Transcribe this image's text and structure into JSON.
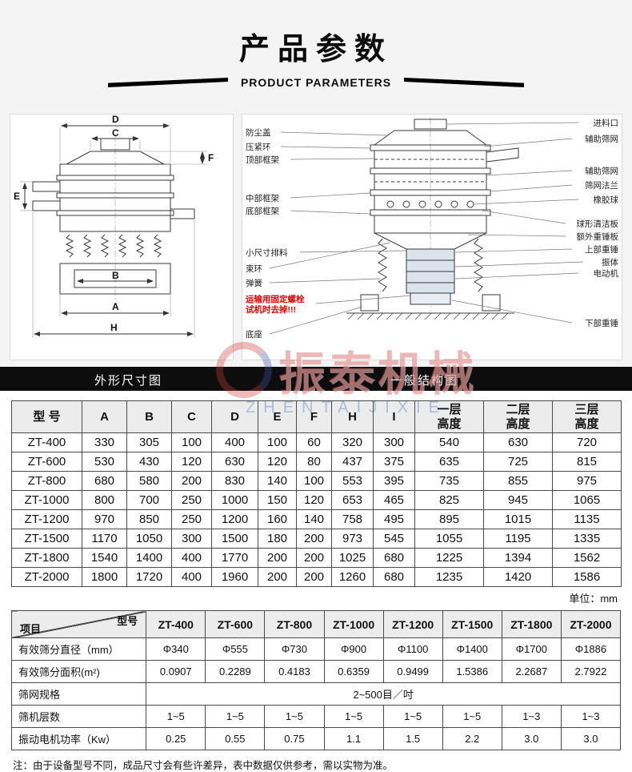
{
  "header": {
    "title": "产品参数",
    "subtitle": "PRODUCT PARAMETERS"
  },
  "diagram_captions": {
    "left": "外形尺寸图",
    "right": "一般结构图"
  },
  "left_diagram": {
    "dim_labels": [
      "D",
      "C",
      "F",
      "E",
      "B",
      "A",
      "H"
    ]
  },
  "right_diagram": {
    "left_labels": [
      "防尘盖",
      "压紧环",
      "顶部框架",
      "中部框架",
      "底部框架",
      "小尺寸排料",
      "束环",
      "弹簧",
      "运输用固定螺栓",
      "试机时去掉!!!",
      "底座"
    ],
    "right_labels": [
      "进料口",
      "辅助筛网",
      "辅助筛网",
      "筛网法兰",
      "橡胶球",
      "球形清洁板",
      "额外重锤板",
      "上部重锤",
      "振体",
      "电动机",
      "下部重锤"
    ],
    "warning_color": "#e60000"
  },
  "watermark": {
    "text": "振泰机械",
    "subtext": "ZHENTAIJIXIE"
  },
  "dim_table": {
    "headers": [
      "型 号",
      "A",
      "B",
      "C",
      "D",
      "E",
      "F",
      "H",
      "I",
      "一层\n高度",
      "二层\n高度",
      "三层\n高度"
    ],
    "rows": [
      [
        "ZT-400",
        "330",
        "305",
        "100",
        "400",
        "100",
        "60",
        "320",
        "300",
        "540",
        "630",
        "720"
      ],
      [
        "ZT-600",
        "530",
        "430",
        "120",
        "630",
        "120",
        "80",
        "437",
        "375",
        "635",
        "725",
        "815"
      ],
      [
        "ZT-800",
        "680",
        "580",
        "200",
        "830",
        "140",
        "100",
        "553",
        "395",
        "735",
        "855",
        "975"
      ],
      [
        "ZT-1000",
        "800",
        "700",
        "250",
        "1000",
        "150",
        "120",
        "653",
        "465",
        "825",
        "945",
        "1065"
      ],
      [
        "ZT-1200",
        "970",
        "850",
        "250",
        "1200",
        "160",
        "140",
        "758",
        "495",
        "895",
        "1015",
        "1135"
      ],
      [
        "ZT-1500",
        "1170",
        "1050",
        "300",
        "1500",
        "180",
        "200",
        "973",
        "545",
        "1055",
        "1195",
        "1335"
      ],
      [
        "ZT-1800",
        "1540",
        "1400",
        "400",
        "1770",
        "200",
        "200",
        "1025",
        "680",
        "1225",
        "1394",
        "1562"
      ],
      [
        "ZT-2000",
        "1800",
        "1720",
        "400",
        "1960",
        "200",
        "200",
        "1260",
        "680",
        "1235",
        "1420",
        "1586"
      ]
    ],
    "unit_note": "单位：mm"
  },
  "spec_table": {
    "corner": {
      "top": "型号",
      "bottom": "项目"
    },
    "models": [
      "ZT-400",
      "ZT-600",
      "ZT-800",
      "ZT-1000",
      "ZT-1200",
      "ZT-1500",
      "ZT-1800",
      "ZT-2000"
    ],
    "rows": [
      {
        "label": "有效筛分直径（mm）",
        "values": [
          "Φ340",
          "Φ555",
          "Φ730",
          "Φ900",
          "Φ1100",
          "Φ1400",
          "Φ1700",
          "Φ1886"
        ]
      },
      {
        "label": "有效筛分面积(m²)",
        "values": [
          "0.0907",
          "0.2289",
          "0.4183",
          "0.6359",
          "0.9499",
          "1.5386",
          "2.2687",
          "2.7922"
        ]
      },
      {
        "label": "筛网规格",
        "span_value": "2~500目／吋"
      },
      {
        "label": "筛机层数",
        "values": [
          "1~5",
          "1~5",
          "1~5",
          "1~5",
          "1~5",
          "1~5",
          "1~3",
          "1~3"
        ]
      },
      {
        "label": "振动电机功率（Kw）",
        "values": [
          "0.25",
          "0.55",
          "0.75",
          "1.1",
          "1.5",
          "2.2",
          "3.0",
          "3.0"
        ]
      }
    ]
  },
  "footnote": "注：由于设备型号不同，成品尺寸会有些许差异，表中数据仅供参考，需以实物为准。"
}
